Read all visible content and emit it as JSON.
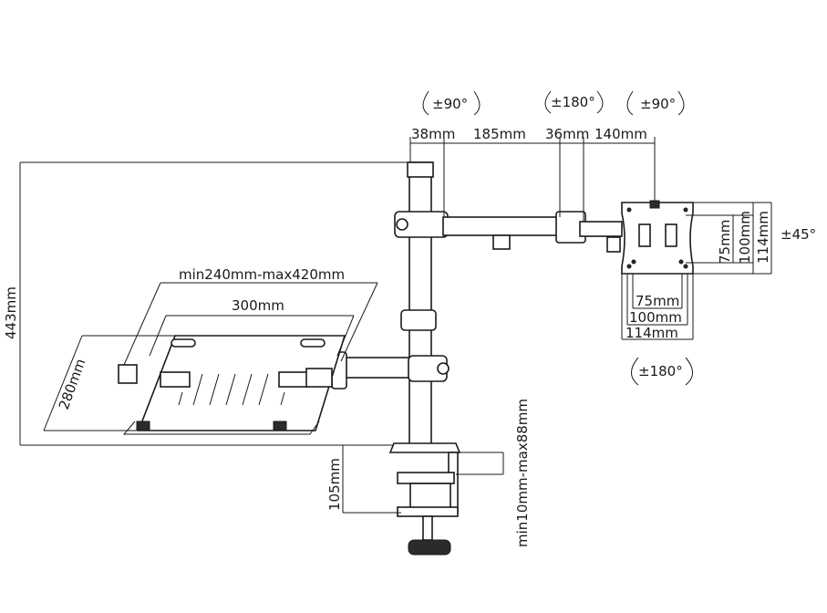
{
  "rotations": {
    "tilt_left": "±90°",
    "swivel_mid": "±180°",
    "tilt_right": "±90°",
    "rotate_plate": "±180°",
    "plate_tilt": "±45°"
  },
  "top_dims": {
    "d1": "38mm",
    "d2": "185mm",
    "d3": "36mm",
    "d4": "140mm"
  },
  "vesa": {
    "v_75": "75mm",
    "v_100": "100mm",
    "v_114": "114mm",
    "h_75": "75mm",
    "h_100": "100mm",
    "h_114": "114mm"
  },
  "height_dim": "443mm",
  "tray": {
    "width_range": "min240mm-max420mm",
    "width": "300mm",
    "depth": "280mm"
  },
  "clamp": {
    "height": "105mm",
    "desk_range": "min10mm-max88mm"
  }
}
